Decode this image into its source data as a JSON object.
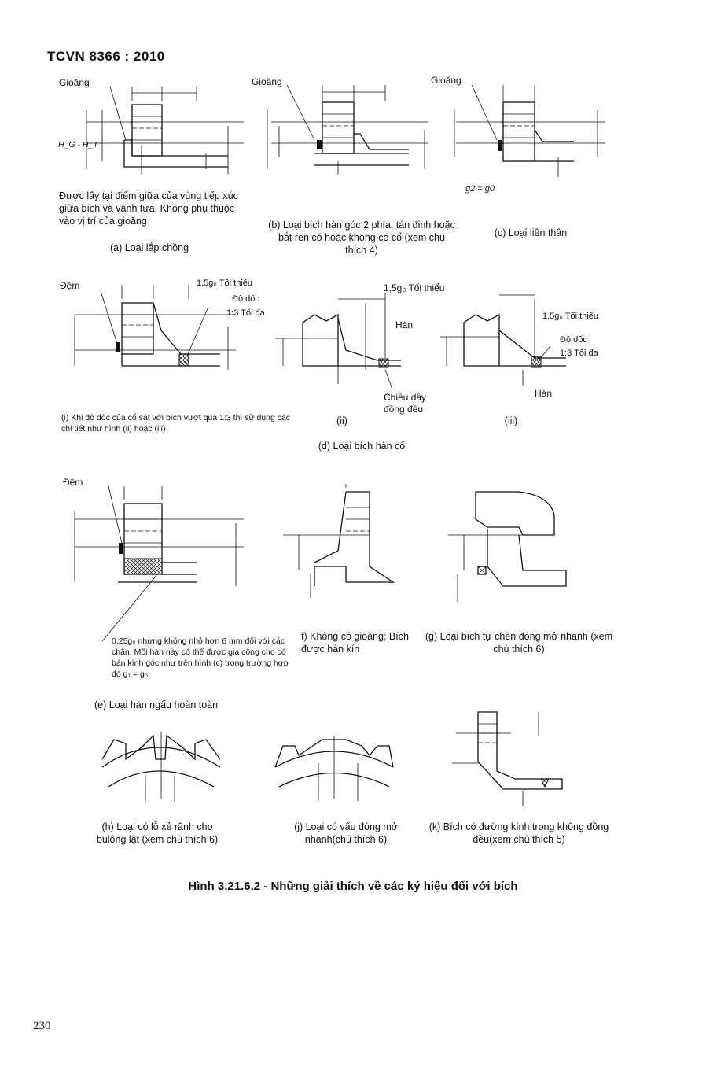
{
  "header": "TCVN 8366 : 2010",
  "page_number": "230",
  "figure_title": "Hình 3.21.6.2 - Những giải thích về các ký hiệu đối với bích",
  "labels": {
    "gasket": "Gioăng",
    "pad": "Đệm",
    "min_thickness": "1,5g₀ Tối thiểu",
    "slope": "Độ dốc",
    "slope_ratio": "1:3 Tối đa",
    "weld": "Hàn",
    "uniform_thickness": "Chiều dầy đồng đều",
    "hg_ht": "H_G - H_T",
    "g2_g0": "g2 = g0"
  },
  "captions": {
    "a_note": "Được lấy tại điểm giữa của vùng tiếp xúc giữa bích và vành tựa. Không phụ thuộc vào vị trí của gioăng",
    "a": "(a) Loại lắp chồng",
    "b": "(b) Loại bích hàn góc 2 phía, tán đinh hoặc bắt ren có hoặc không có cổ (xem chú thích 4)",
    "c": "(c) Loại liền thân",
    "d_i_note": "(i) Khi độ dốc của cổ sát với bích vượt quá 1:3 thì sử dụng các chi tiết như hình (ii) hoặc (iii)",
    "d_ii": "(ii)",
    "d_iii": "(iii)",
    "d": "(d) Loại bích hàn cổ",
    "e_note": "0,25g₀ nhưng không nhỏ hơn 6 mm đối với các chân. Mối hàn này có thể được gia công chọ có bán kính góc như trên hình (c) trong trường hợp đó g₁ = g₀.",
    "e": "(e) Loại hàn ngấu hoàn toàn",
    "f": "f) Không có gioăng; Bích được hàn kín",
    "g": "(g) Loại bích tự chèn đóng mở nhanh (xem chú thích 6)",
    "h": "(h) Loại có lỗ xẻ rãnh cho bulông lật (xem chú thích 6)",
    "j": "(j) Loại có vấu đóng mở nhanh(chú thích 6)",
    "k": "(k) Bích có đường kính trong không đồng đều(xem chú thích 5)"
  }
}
